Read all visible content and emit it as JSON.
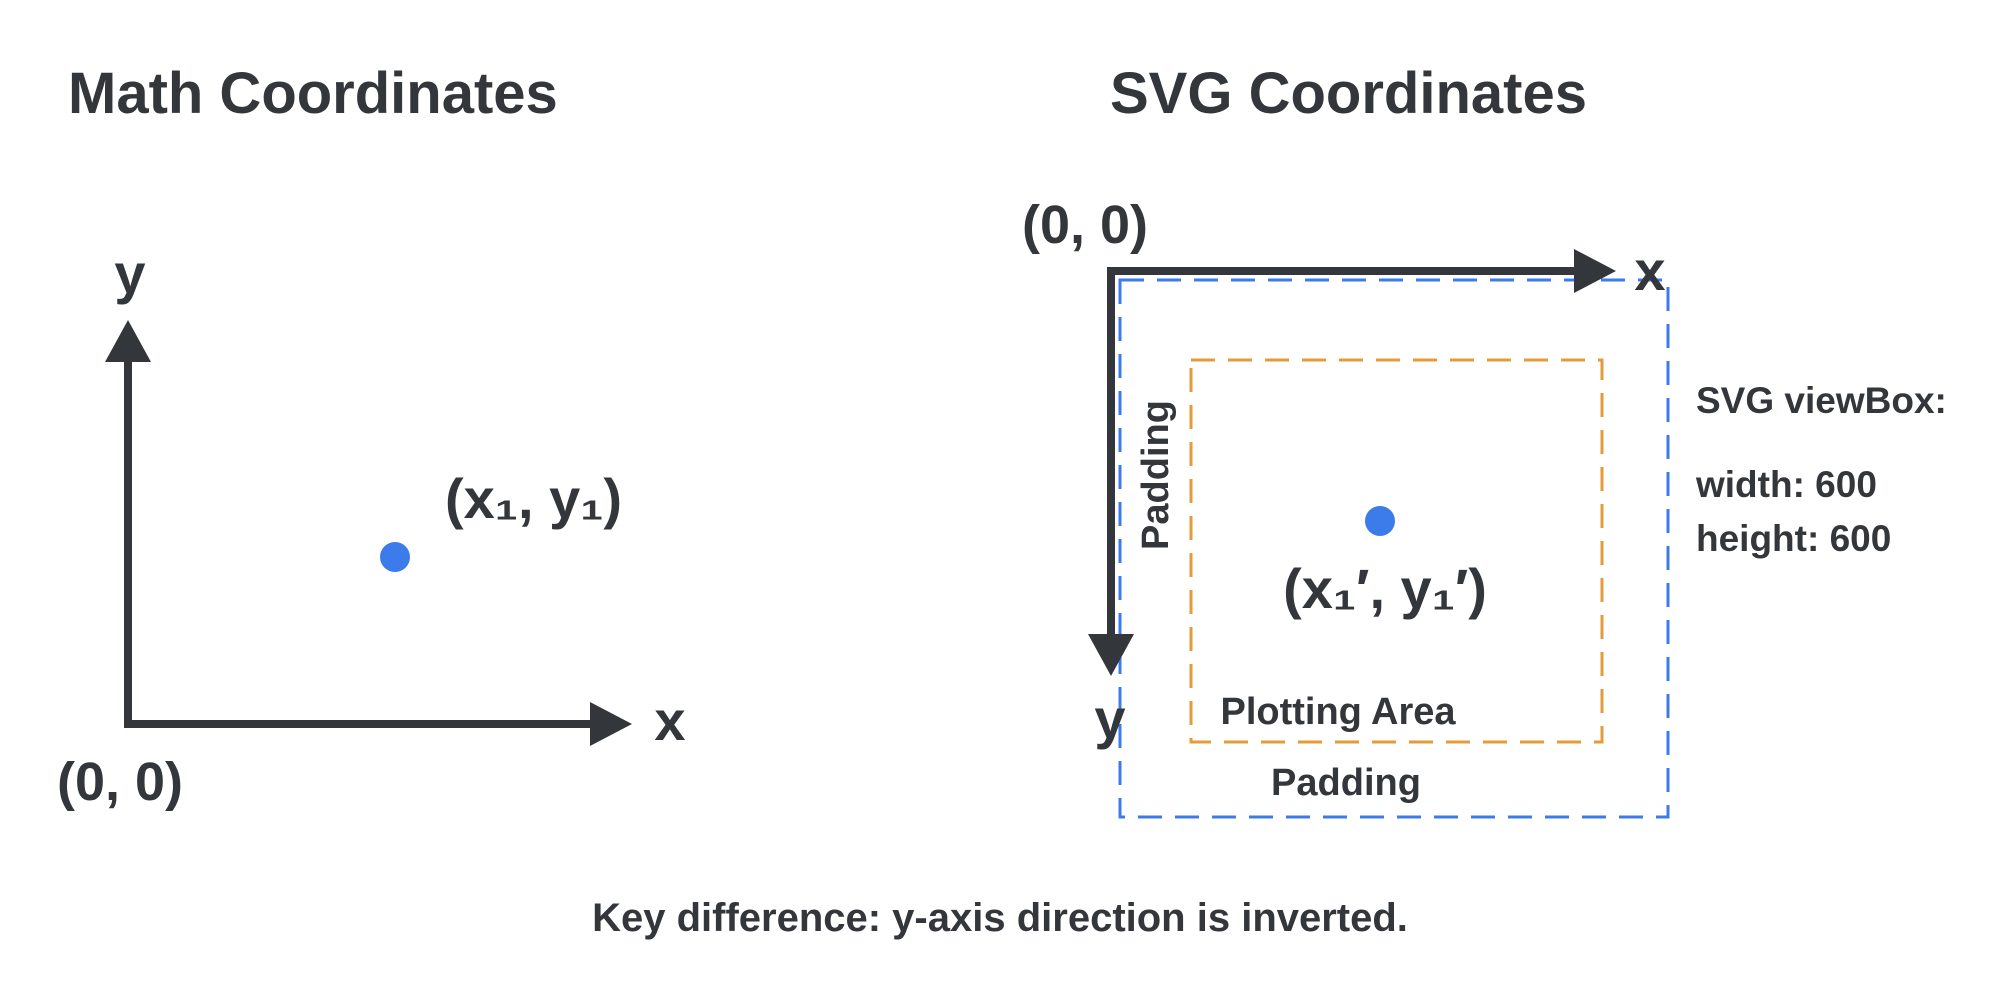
{
  "colors": {
    "ink": "#33363b",
    "point": "#3b7bea",
    "viewbox_border": "#3b7bea",
    "plot_border": "#e59b3a",
    "background": "#ffffff"
  },
  "math": {
    "title": "Math Coordinates",
    "y_label": "y",
    "x_label": "x",
    "origin_label": "(0, 0)",
    "point_label": "(x₁, y₁)"
  },
  "svg": {
    "title": "SVG Coordinates",
    "origin_label": "(0, 0)",
    "x_label": "x",
    "y_label": "y",
    "padding_left_label": "Padding",
    "padding_bottom_label": "Padding",
    "plot_area_label": "Plotting Area",
    "point_label": "(x₁′, y₁′)",
    "viewbox_label": "SVG viewBox:",
    "width_label": "width: 600",
    "height_label": "height: 600"
  },
  "footer": {
    "note": "Key difference: y-axis direction is inverted."
  }
}
